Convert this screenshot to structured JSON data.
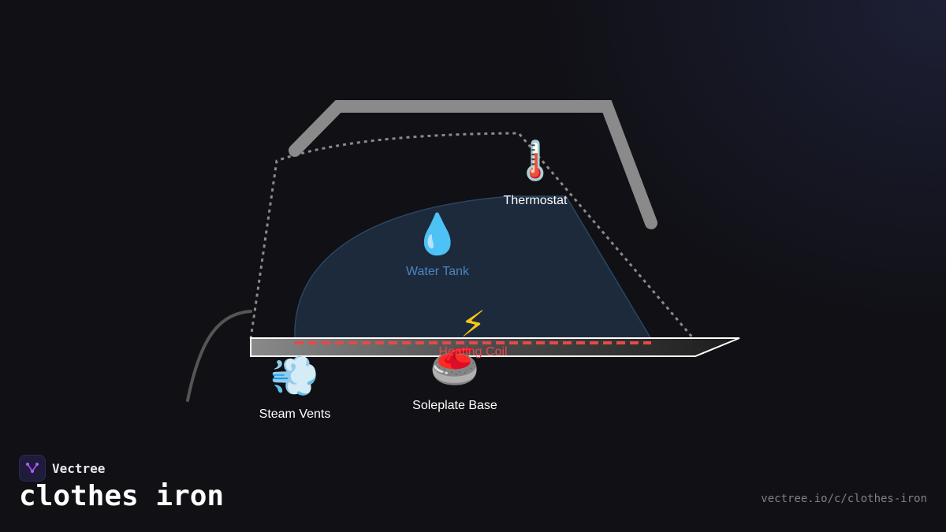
{
  "brand": {
    "name": "Vectree"
  },
  "title": "clothes iron",
  "url": "vectree.io/c/clothes-iron",
  "colors": {
    "background": "#101015",
    "handle": "#8a8a8a",
    "water_tank": "#1c2a3c",
    "water_label": "#4a86c0",
    "coil": "#e84848",
    "label_text": "#ffffff"
  },
  "components": {
    "thermostat": {
      "label": "Thermostat",
      "icon": "thermometer-icon"
    },
    "water_tank": {
      "label": "Water Tank",
      "icon": "water-drop-icon"
    },
    "heating_coil": {
      "label": "Heating Coil",
      "icon": "lightning-icon"
    },
    "steam_vents": {
      "label": "Steam Vents",
      "icon": "steam-puff-icon"
    },
    "soleplate": {
      "label": "Soleplate Base",
      "icon": "soleplate-icon"
    }
  }
}
